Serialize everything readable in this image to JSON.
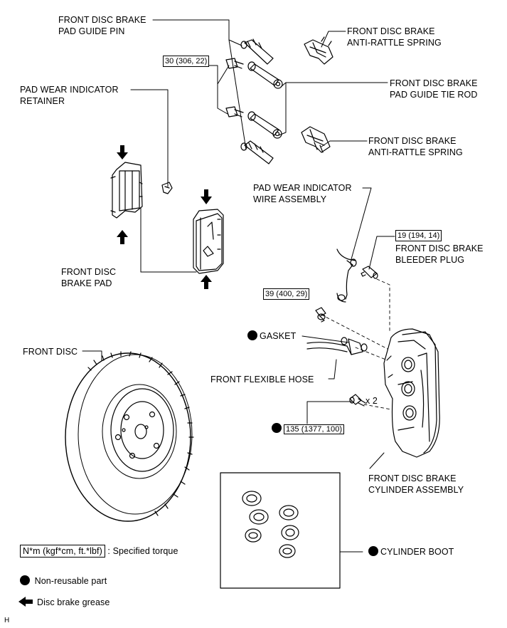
{
  "labels": {
    "guide_pin": [
      "FRONT DISC BRAKE",
      "PAD GUIDE PIN"
    ],
    "anti_rattle_1": [
      "FRONT DISC BRAKE",
      "ANTI-RATTLE SPRING"
    ],
    "guide_tie_rod": [
      "FRONT DISC BRAKE",
      "PAD GUIDE TIE ROD"
    ],
    "anti_rattle_2": [
      "FRONT DISC BRAKE",
      "ANTI-RATTLE SPRING"
    ],
    "indicator_retainer": [
      "PAD WEAR INDICATOR",
      "RETAINER"
    ],
    "indicator_wire": [
      "PAD WEAR INDICATOR",
      "WIRE ASSEMBLY"
    ],
    "bleeder_plug": [
      "FRONT DISC BRAKE",
      "BLEEDER PLUG"
    ],
    "brake_pad": [
      "FRONT DISC",
      "BRAKE PAD"
    ],
    "gasket": "GASKET",
    "flexible_hose": "FRONT FLEXIBLE HOSE",
    "front_disc": "FRONT DISC",
    "cylinder_assembly": [
      "FRONT DISC BRAKE",
      "CYLINDER ASSEMBLY"
    ],
    "cylinder_boot": "CYLINDER BOOT",
    "qty": "x 2"
  },
  "torques": {
    "t1": "30 (306, 22)",
    "t2": "19 (194, 14)",
    "t3": "39 (400, 29)",
    "t4": "135 (1377, 100)"
  },
  "legend": {
    "torque_box": "N*m (kgf*cm, ft.*lbf)",
    "torque_text": ": Specified torque",
    "nonreusable": "Non-reusable part",
    "grease": "Disc brake grease"
  },
  "footer": "H",
  "colors": {
    "ink": "#000000",
    "paper": "#ffffff"
  }
}
